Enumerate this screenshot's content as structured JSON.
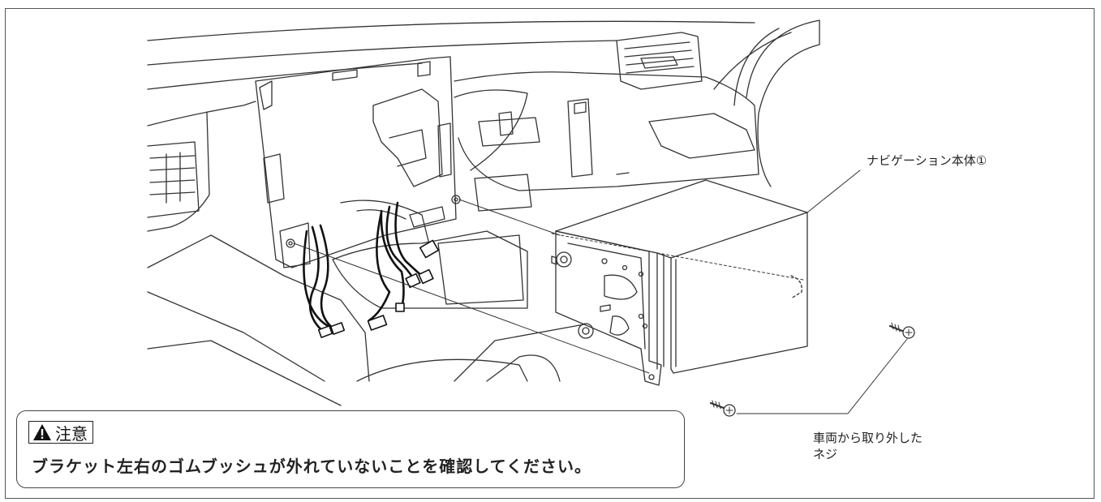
{
  "labels": {
    "navigation_unit": "ナビゲーション本体①",
    "screws_line1": "車両から取り外した",
    "screws_line2": "ネジ"
  },
  "caution": {
    "icon": "warning-triangle-icon",
    "title": "注意",
    "text": "ブラケット左右のゴムブッシュが外れていないことを確認してください。"
  },
  "colors": {
    "line": "#333333",
    "border": "#555555"
  }
}
